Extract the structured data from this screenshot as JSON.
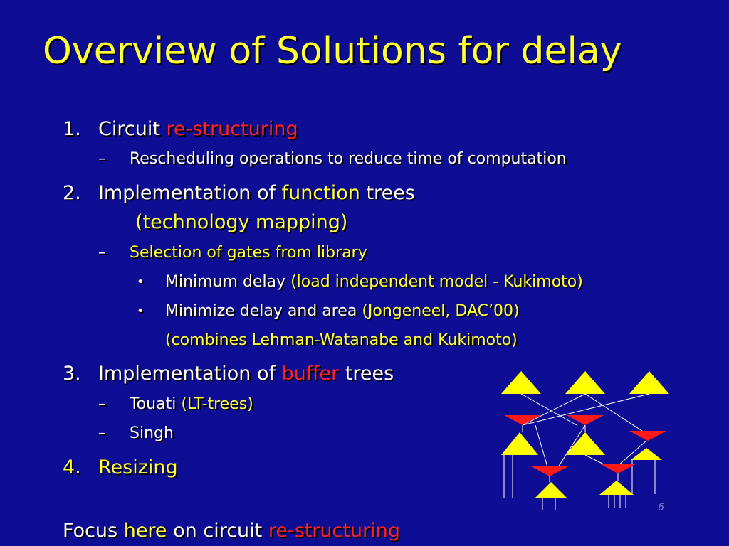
{
  "title": "Overview of Solutions for delay",
  "items": [
    {
      "number": "1.",
      "text_a": "Circuit ",
      "text_b": "re-structuring",
      "sub": [
        {
          "dash": "–",
          "text": "Rescheduling operations to reduce time of computation"
        }
      ]
    },
    {
      "number": "2.",
      "text_a": "Implementation of ",
      "text_b": "function",
      "text_c": " trees",
      "line2": "(technology mapping)",
      "sub": [
        {
          "dash": "–",
          "text": "Selection of gates from library"
        }
      ],
      "bullets": [
        {
          "glyph": "•",
          "text_a": "Minimum delay ",
          "text_b": "(load independent model - Kukimoto)"
        },
        {
          "glyph": "•",
          "text_a": "Minimize delay and area ",
          "text_b": "(Jongeneel, DAC’00)"
        }
      ],
      "bullet_note": "(combines Lehman-Watanabe and Kukimoto)"
    },
    {
      "number": "3.",
      "text_a": "Implementation of ",
      "text_b": "buffer",
      "text_c": " trees",
      "sub": [
        {
          "dash": "–",
          "text_a": "Touati ",
          "text_b": "(LT-trees)"
        },
        {
          "dash": "–",
          "text": "Singh"
        }
      ]
    },
    {
      "number": "4.",
      "text": "Resizing"
    }
  ],
  "focus": {
    "text_a": "Focus ",
    "text_b": "here",
    "text_c": " on circuit ",
    "text_d": "re-structuring"
  },
  "page_number": "6",
  "colors": {
    "background": "#0d0e94",
    "title": "#ffff33",
    "highlight_red": "#ff2222",
    "highlight_yellow": "#ffff33",
    "triangle_yellow": "#ffff00",
    "triangle_red": "#ff1a1a"
  }
}
